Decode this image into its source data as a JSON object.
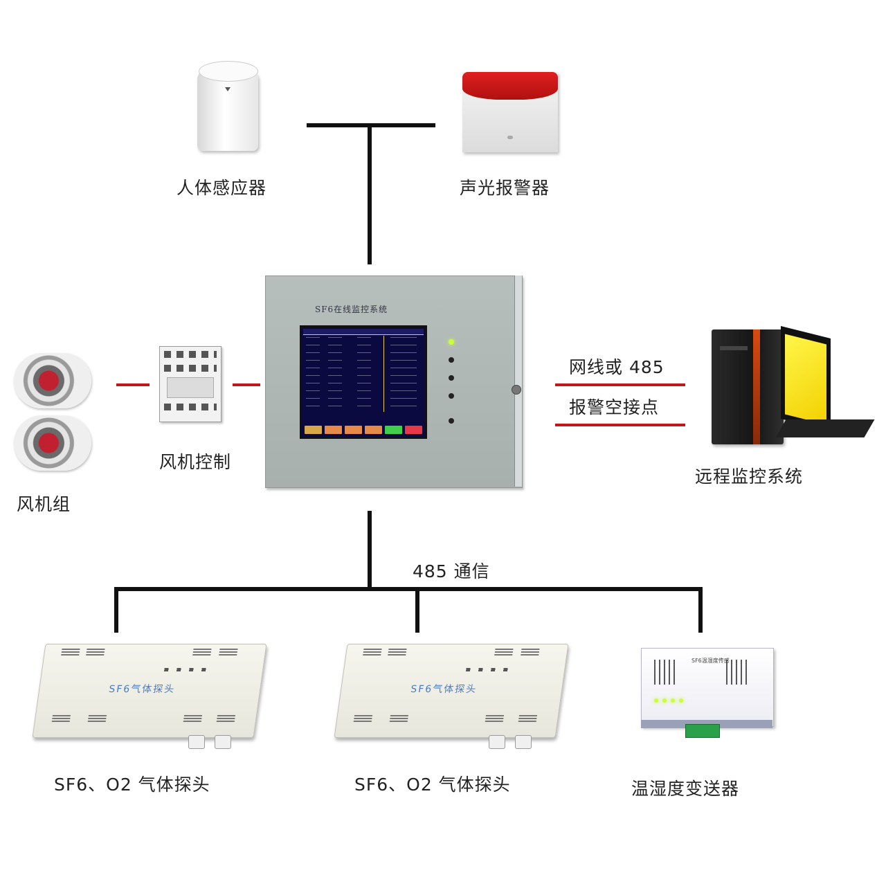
{
  "labels": {
    "motion_sensor": "人体感应器",
    "audible_visual_alarm": "声光报警器",
    "fan_group": "风机组",
    "fan_control": "风机控制",
    "network_line_1": "网线或 485",
    "network_line_2": "报警空接点",
    "remote_monitor": "远程监控系统",
    "bus_485": "485 通信",
    "probe_1": "SF6、O2 气体探头",
    "probe_2": "SF6、O2 气体探头",
    "temp_humidity": "温湿度变送器"
  },
  "device_text": {
    "controller_title": "SF6在线监控系统",
    "probe_1_brand": "SF6气体探头",
    "probe_2_brand": "SF6气体探头",
    "thermo_title": "SF6温湿度传感"
  },
  "colors": {
    "bus_line": "#111111",
    "control_line": "#c01818",
    "panel": "#b2bab8",
    "screen": "#0a0a40"
  }
}
